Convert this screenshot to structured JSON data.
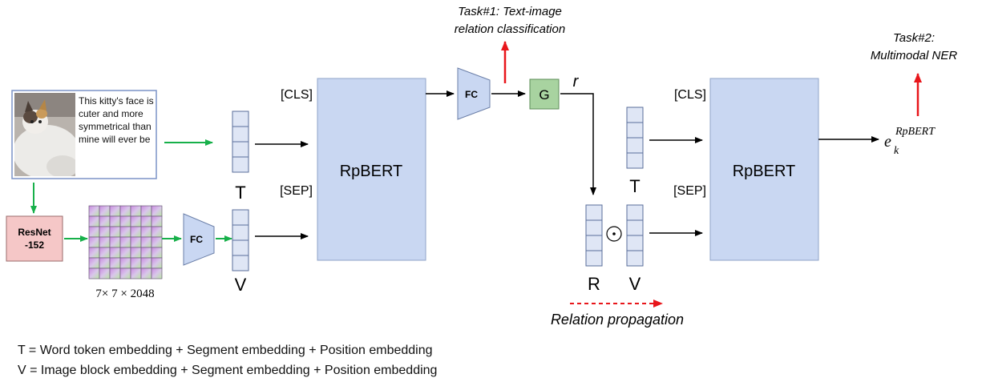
{
  "input": {
    "tweet_text": "This kitty's face is cuter and more symmetrical than mine will ever be",
    "resnet_label_line1": "ResNet",
    "resnet_label_line2": "-152",
    "feature_map_dims": "7× 7 × 2048"
  },
  "embeddings": {
    "text_label": "T",
    "visual_label": "V",
    "relation_label": "R",
    "odot_symbol": "⊙"
  },
  "fc_label": "FC",
  "gate_label": "G",
  "relation_var": "r",
  "bert": {
    "model_name": "RpBERT",
    "cls_token": "[CLS]",
    "sep_token": "[SEP]"
  },
  "tasks": {
    "task1_line1": "Task#1: Text-image",
    "task1_line2": "relation classification",
    "task2_line1": "Task#2:",
    "task2_line2": "Multimodal NER"
  },
  "output": {
    "base": "e",
    "subscript": "k",
    "superscript": "RpBERT"
  },
  "relation_propagation": "Relation propagation",
  "legend": {
    "t_definition": "T = Word token embedding + Segment embedding + Position embedding",
    "v_definition": "V = Image block embedding + Segment embedding + Position embedding"
  },
  "colors": {
    "bert_fill": "#c9d7f2",
    "embedding_fill": "#dfe6f5",
    "fc_fill": "#c9d7f2",
    "gate_fill": "#a8d3a0",
    "resnet_fill": "#f5c7c7",
    "green_arrow": "#17b04a",
    "red_arrow": "#e8161b"
  }
}
